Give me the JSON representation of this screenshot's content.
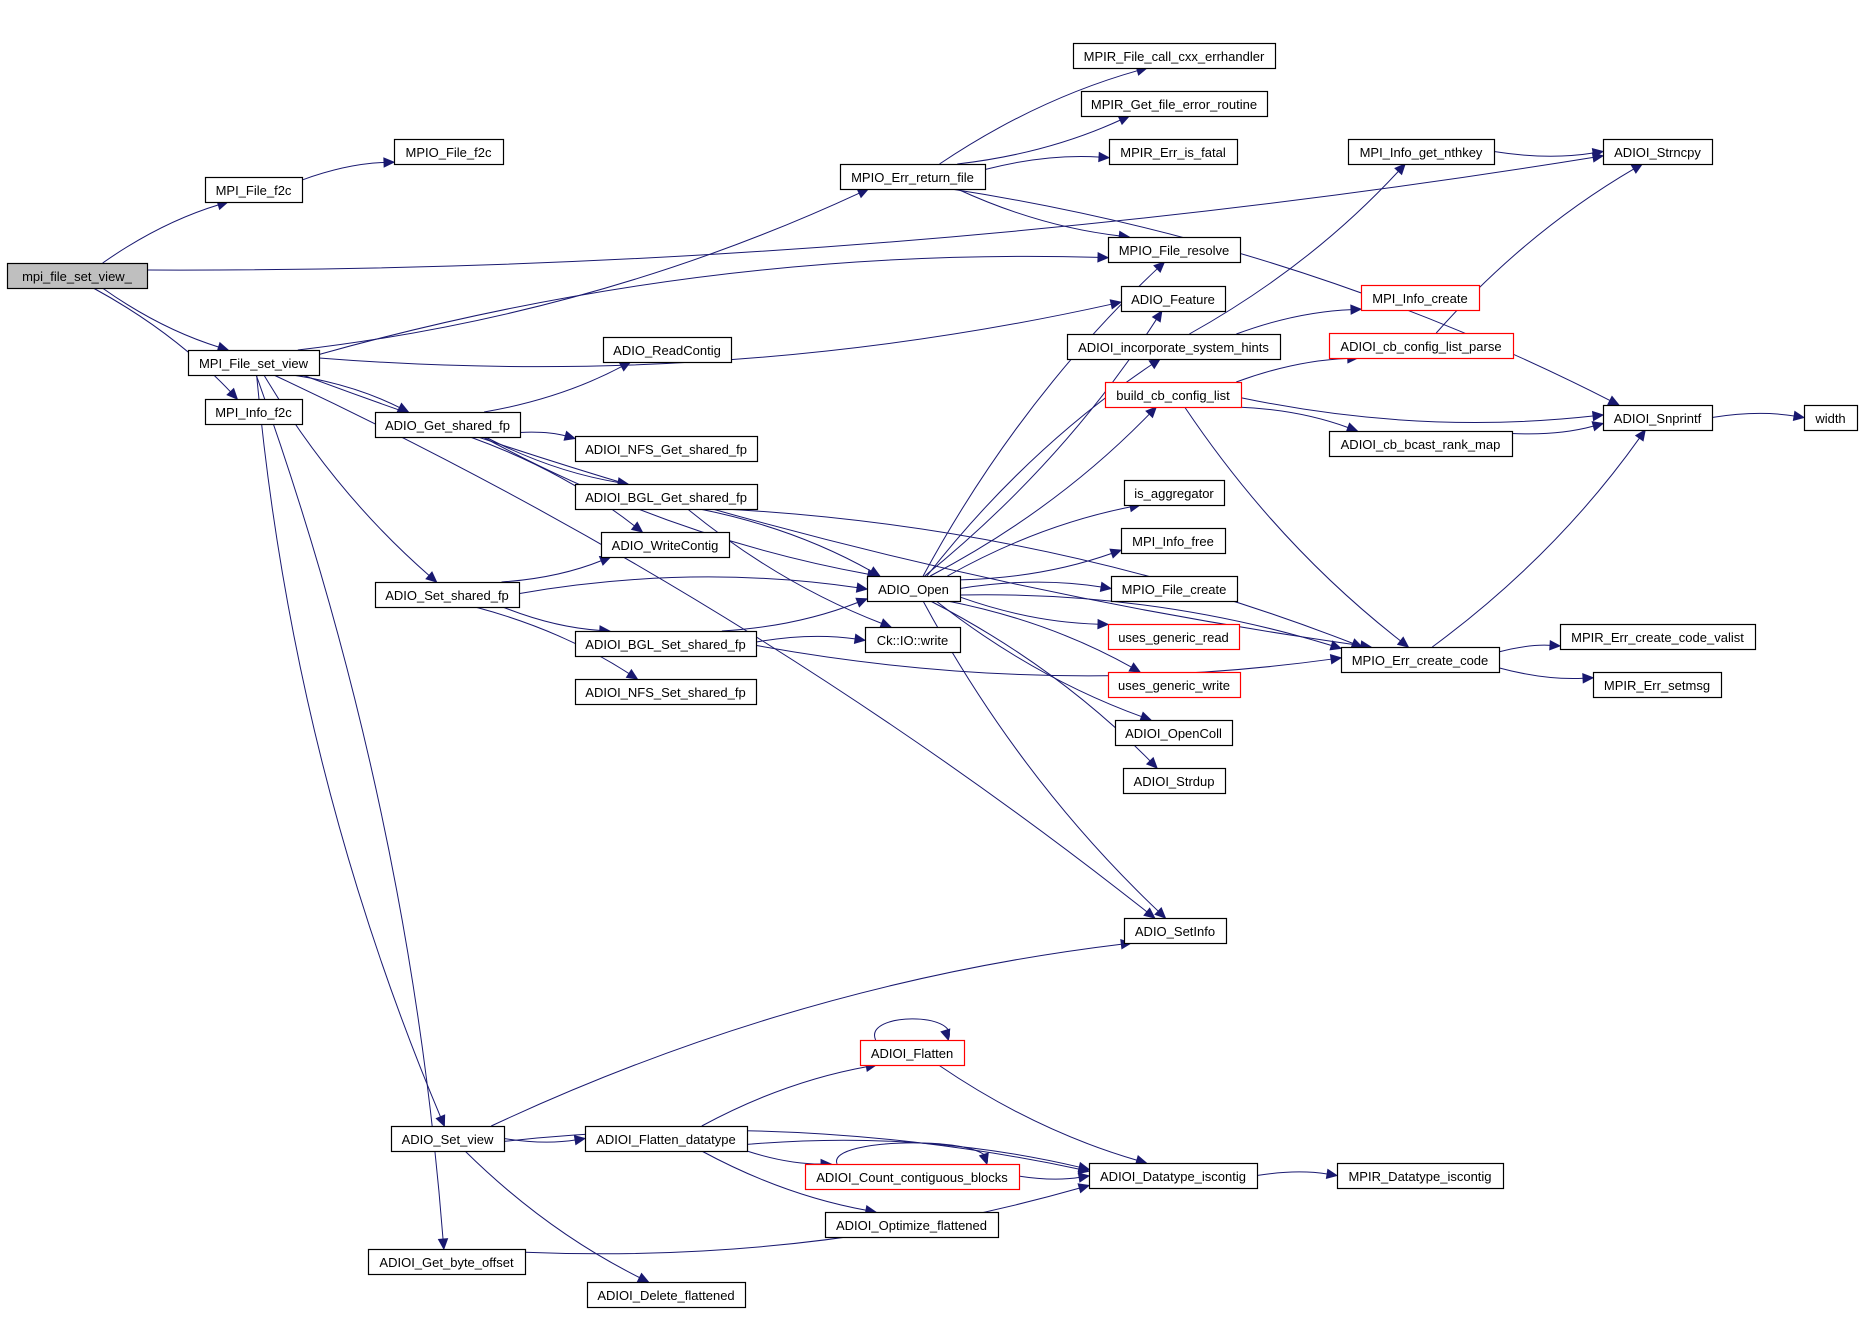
{
  "graph": {
    "title": "Call graph for mpi_file_set_view_",
    "colors": {
      "edge": "#191970",
      "root_fill": "#bfbfbf",
      "node_border": "#000000",
      "truncated_border": "#ff0000"
    },
    "nodes": [
      {
        "id": "mpi_file_set_view_",
        "label": "mpi_file_set_view_",
        "style": "root"
      },
      {
        "id": "MPI_File_f2c",
        "label": "MPI_File_f2c",
        "style": "normal"
      },
      {
        "id": "MPIO_File_f2c",
        "label": "MPIO_File_f2c",
        "style": "normal"
      },
      {
        "id": "MPI_File_set_view",
        "label": "MPI_File_set_view",
        "style": "normal"
      },
      {
        "id": "MPI_Info_f2c",
        "label": "MPI_Info_f2c",
        "style": "normal"
      },
      {
        "id": "MPIO_Err_return_file",
        "label": "MPIO_Err_return_file",
        "style": "normal"
      },
      {
        "id": "MPIR_File_call_cxx_errhandler",
        "label": "MPIR_File_call_cxx_errhandler",
        "style": "normal"
      },
      {
        "id": "MPIR_Get_file_error_routine",
        "label": "MPIR_Get_file_error_routine",
        "style": "normal"
      },
      {
        "id": "MPIR_Err_is_fatal",
        "label": "MPIR_Err_is_fatal",
        "style": "normal"
      },
      {
        "id": "MPIO_File_resolve",
        "label": "MPIO_File_resolve",
        "style": "normal"
      },
      {
        "id": "ADIO_Feature",
        "label": "ADIO_Feature",
        "style": "normal"
      },
      {
        "id": "ADIOI_incorporate_system_hints",
        "label": "ADIOI_incorporate_system_hints",
        "style": "normal"
      },
      {
        "id": "build_cb_config_list",
        "label": "build_cb_config_list",
        "style": "truncated"
      },
      {
        "id": "MPI_Info_get_nthkey",
        "label": "MPI_Info_get_nthkey",
        "style": "normal"
      },
      {
        "id": "MPI_Info_create",
        "label": "MPI_Info_create",
        "style": "truncated"
      },
      {
        "id": "ADIOI_cb_config_list_parse",
        "label": "ADIOI_cb_config_list_parse",
        "style": "truncated"
      },
      {
        "id": "ADIOI_cb_bcast_rank_map",
        "label": "ADIOI_cb_bcast_rank_map",
        "style": "normal"
      },
      {
        "id": "ADIOI_Strncpy",
        "label": "ADIOI_Strncpy",
        "style": "normal"
      },
      {
        "id": "ADIOI_Snprintf",
        "label": "ADIOI_Snprintf",
        "style": "normal"
      },
      {
        "id": "width",
        "label": "width",
        "style": "normal"
      },
      {
        "id": "MPIO_Err_create_code",
        "label": "MPIO_Err_create_code",
        "style": "normal"
      },
      {
        "id": "MPIR_Err_create_code_valist",
        "label": "MPIR_Err_create_code_valist",
        "style": "normal"
      },
      {
        "id": "MPIR_Err_setmsg",
        "label": "MPIR_Err_setmsg",
        "style": "normal"
      },
      {
        "id": "ADIO_ReadContig",
        "label": "ADIO_ReadContig",
        "style": "normal"
      },
      {
        "id": "ADIO_Get_shared_fp",
        "label": "ADIO_Get_shared_fp",
        "style": "normal"
      },
      {
        "id": "ADIOI_NFS_Get_shared_fp",
        "label": "ADIOI_NFS_Get_shared_fp",
        "style": "normal"
      },
      {
        "id": "ADIOI_BGL_Get_shared_fp",
        "label": "ADIOI_BGL_Get_shared_fp",
        "style": "normal"
      },
      {
        "id": "ADIO_WriteContig",
        "label": "ADIO_WriteContig",
        "style": "normal"
      },
      {
        "id": "ADIO_Set_shared_fp",
        "label": "ADIO_Set_shared_fp",
        "style": "normal"
      },
      {
        "id": "ADIOI_BGL_Set_shared_fp",
        "label": "ADIOI_BGL_Set_shared_fp",
        "style": "normal"
      },
      {
        "id": "ADIOI_NFS_Set_shared_fp",
        "label": "ADIOI_NFS_Set_shared_fp",
        "style": "normal"
      },
      {
        "id": "ADIO_Open",
        "label": "ADIO_Open",
        "style": "normal"
      },
      {
        "id": "Ck_IO_write",
        "label": "Ck::IO::write",
        "style": "normal"
      },
      {
        "id": "is_aggregator",
        "label": "is_aggregator",
        "style": "normal"
      },
      {
        "id": "MPI_Info_free",
        "label": "MPI_Info_free",
        "style": "normal"
      },
      {
        "id": "MPIO_File_create",
        "label": "MPIO_File_create",
        "style": "normal"
      },
      {
        "id": "uses_generic_read",
        "label": "uses_generic_read",
        "style": "truncated"
      },
      {
        "id": "uses_generic_write",
        "label": "uses_generic_write",
        "style": "truncated"
      },
      {
        "id": "ADIOI_OpenColl",
        "label": "ADIOI_OpenColl",
        "style": "normal"
      },
      {
        "id": "ADIOI_Strdup",
        "label": "ADIOI_Strdup",
        "style": "normal"
      },
      {
        "id": "ADIO_SetInfo",
        "label": "ADIO_SetInfo",
        "style": "normal"
      },
      {
        "id": "ADIOI_Flatten",
        "label": "ADIOI_Flatten",
        "style": "truncated"
      },
      {
        "id": "ADIO_Set_view",
        "label": "ADIO_Set_view",
        "style": "normal"
      },
      {
        "id": "ADIOI_Flatten_datatype",
        "label": "ADIOI_Flatten_datatype",
        "style": "normal"
      },
      {
        "id": "ADIOI_Count_contiguous_blocks",
        "label": "ADIOI_Count_contiguous_blocks",
        "style": "truncated"
      },
      {
        "id": "ADIOI_Datatype_iscontig",
        "label": "ADIOI_Datatype_iscontig",
        "style": "normal"
      },
      {
        "id": "MPIR_Datatype_iscontig",
        "label": "MPIR_Datatype_iscontig",
        "style": "normal"
      },
      {
        "id": "ADIOI_Optimize_flattened",
        "label": "ADIOI_Optimize_flattened",
        "style": "normal"
      },
      {
        "id": "ADIOI_Get_byte_offset",
        "label": "ADIOI_Get_byte_offset",
        "style": "normal"
      },
      {
        "id": "ADIOI_Delete_flattened",
        "label": "ADIOI_Delete_flattened",
        "style": "normal"
      }
    ],
    "edges": [
      [
        "mpi_file_set_view_",
        "MPI_File_f2c"
      ],
      [
        "mpi_file_set_view_",
        "MPI_File_set_view"
      ],
      [
        "mpi_file_set_view_",
        "MPI_Info_f2c"
      ],
      [
        "mpi_file_set_view_",
        "ADIOI_Strncpy"
      ],
      [
        "MPI_File_f2c",
        "MPIO_File_f2c"
      ],
      [
        "MPI_File_set_view",
        "MPIO_Err_return_file"
      ],
      [
        "MPI_File_set_view",
        "MPIO_File_resolve"
      ],
      [
        "MPI_File_set_view",
        "ADIO_Feature"
      ],
      [
        "MPI_File_set_view",
        "ADIO_Get_shared_fp"
      ],
      [
        "MPI_File_set_view",
        "ADIO_Set_shared_fp"
      ],
      [
        "MPI_File_set_view",
        "ADIO_SetInfo"
      ],
      [
        "MPI_File_set_view",
        "ADIO_Set_view"
      ],
      [
        "MPI_File_set_view",
        "ADIOI_Get_byte_offset"
      ],
      [
        "MPI_File_set_view",
        "MPIO_Err_create_code"
      ],
      [
        "MPIO_Err_return_file",
        "MPIR_File_call_cxx_errhandler"
      ],
      [
        "MPIO_Err_return_file",
        "MPIR_Get_file_error_routine"
      ],
      [
        "MPIO_Err_return_file",
        "MPIR_Err_is_fatal"
      ],
      [
        "MPIO_Err_return_file",
        "MPIO_File_resolve"
      ],
      [
        "MPIO_Err_return_file",
        "ADIOI_Snprintf"
      ],
      [
        "ADIO_Get_shared_fp",
        "ADIO_ReadContig"
      ],
      [
        "ADIO_Get_shared_fp",
        "ADIOI_NFS_Get_shared_fp"
      ],
      [
        "ADIO_Get_shared_fp",
        "ADIOI_BGL_Get_shared_fp"
      ],
      [
        "ADIO_Get_shared_fp",
        "ADIO_WriteContig"
      ],
      [
        "ADIO_Get_shared_fp",
        "ADIO_Open"
      ],
      [
        "ADIOI_BGL_Get_shared_fp",
        "ADIO_Open"
      ],
      [
        "ADIOI_BGL_Get_shared_fp",
        "Ck_IO_write"
      ],
      [
        "ADIOI_BGL_Get_shared_fp",
        "MPIO_Err_create_code"
      ],
      [
        "ADIO_Set_shared_fp",
        "ADIO_WriteContig"
      ],
      [
        "ADIO_Set_shared_fp",
        "ADIO_Open"
      ],
      [
        "ADIO_Set_shared_fp",
        "ADIOI_BGL_Set_shared_fp"
      ],
      [
        "ADIO_Set_shared_fp",
        "ADIOI_NFS_Set_shared_fp"
      ],
      [
        "ADIOI_BGL_Set_shared_fp",
        "ADIO_Open"
      ],
      [
        "ADIOI_BGL_Set_shared_fp",
        "Ck_IO_write"
      ],
      [
        "ADIOI_BGL_Set_shared_fp",
        "MPIO_Err_create_code"
      ],
      [
        "ADIO_Open",
        "MPIO_File_resolve"
      ],
      [
        "ADIO_Open",
        "ADIO_Feature"
      ],
      [
        "ADIO_Open",
        "ADIOI_incorporate_system_hints"
      ],
      [
        "ADIO_Open",
        "build_cb_config_list"
      ],
      [
        "ADIO_Open",
        "is_aggregator"
      ],
      [
        "ADIO_Open",
        "MPI_Info_free"
      ],
      [
        "ADIO_Open",
        "MPIO_File_create"
      ],
      [
        "ADIO_Open",
        "uses_generic_read"
      ],
      [
        "ADIO_Open",
        "uses_generic_write"
      ],
      [
        "ADIO_Open",
        "ADIOI_OpenColl"
      ],
      [
        "ADIO_Open",
        "ADIOI_Strdup"
      ],
      [
        "ADIO_Open",
        "ADIO_SetInfo"
      ],
      [
        "ADIO_Open",
        "MPIO_Err_create_code"
      ],
      [
        "ADIOI_incorporate_system_hints",
        "MPI_Info_get_nthkey"
      ],
      [
        "ADIOI_incorporate_system_hints",
        "MPI_Info_create"
      ],
      [
        "MPI_Info_get_nthkey",
        "ADIOI_Strncpy"
      ],
      [
        "build_cb_config_list",
        "ADIOI_cb_config_list_parse"
      ],
      [
        "build_cb_config_list",
        "ADIOI_Snprintf"
      ],
      [
        "build_cb_config_list",
        "ADIOI_cb_bcast_rank_map"
      ],
      [
        "build_cb_config_list",
        "MPIO_Err_create_code"
      ],
      [
        "ADIOI_cb_config_list_parse",
        "ADIOI_Strncpy"
      ],
      [
        "ADIOI_cb_bcast_rank_map",
        "ADIOI_Snprintf"
      ],
      [
        "ADIOI_Snprintf",
        "width"
      ],
      [
        "MPIO_Err_create_code",
        "ADIOI_Snprintf"
      ],
      [
        "MPIO_Err_create_code",
        "MPIR_Err_create_code_valist"
      ],
      [
        "MPIO_Err_create_code",
        "MPIR_Err_setmsg"
      ],
      [
        "ADIO_Set_view",
        "ADIO_SetInfo"
      ],
      [
        "ADIO_Set_view",
        "ADIOI_Flatten_datatype"
      ],
      [
        "ADIO_Set_view",
        "ADIOI_Datatype_iscontig"
      ],
      [
        "ADIO_Set_view",
        "ADIOI_Delete_flattened"
      ],
      [
        "ADIOI_Flatten_datatype",
        "ADIOI_Flatten"
      ],
      [
        "ADIOI_Flatten_datatype",
        "ADIOI_Count_contiguous_blocks"
      ],
      [
        "ADIOI_Flatten_datatype",
        "ADIOI_Datatype_iscontig"
      ],
      [
        "ADIOI_Flatten_datatype",
        "ADIOI_Optimize_flattened"
      ],
      [
        "ADIOI_Flatten",
        "ADIOI_Flatten"
      ],
      [
        "ADIOI_Flatten",
        "ADIOI_Datatype_iscontig"
      ],
      [
        "ADIOI_Count_contiguous_blocks",
        "ADIOI_Count_contiguous_blocks"
      ],
      [
        "ADIOI_Count_contiguous_blocks",
        "ADIOI_Datatype_iscontig"
      ],
      [
        "ADIOI_Datatype_iscontig",
        "MPIR_Datatype_iscontig"
      ],
      [
        "ADIOI_Get_byte_offset",
        "ADIOI_Datatype_iscontig"
      ]
    ]
  }
}
